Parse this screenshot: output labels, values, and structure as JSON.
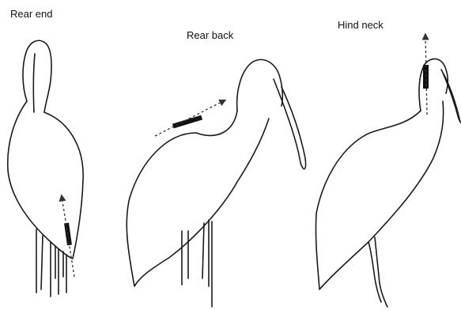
{
  "figure": {
    "panels": [
      {
        "label": "Rear end",
        "tag_position": "rear end",
        "view": "bird seen from behind"
      },
      {
        "label": "Rear back",
        "tag_position": "rear back",
        "view": "bird seen from the side"
      },
      {
        "label": "Hind neck",
        "tag_position": "hind neck",
        "view": "bird seen from the side"
      }
    ],
    "colors": {
      "outline": "#1a1a1a",
      "tag": "#111111",
      "background": "#ffffff"
    }
  }
}
